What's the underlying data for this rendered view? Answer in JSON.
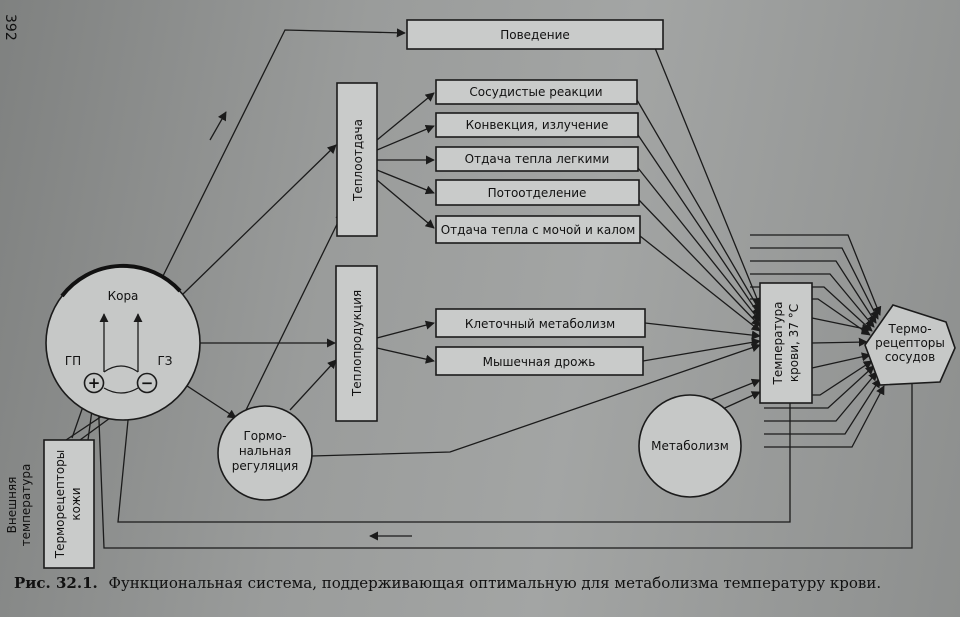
{
  "page_number": "392",
  "nodes": {
    "behavior": "Поведение",
    "vascular": "Сосудистые реакции",
    "convection": "Конвекция, излучение",
    "lungs": "Отдача тепла легкими",
    "sweating": "Потоотделение",
    "excretion": "Отдача тепла с мочой и калом",
    "cell_metabolism": "Клеточный метаболизм",
    "shivering": "Мышечная дрожь",
    "heat_loss": "Теплоотдача",
    "heat_production": "Теплопродукция",
    "cortex": "Кора",
    "gp": "ГП",
    "gz": "ГЗ",
    "plus": "+",
    "minus": "−",
    "hormonal_1": "Гормо-",
    "hormonal_2": "нальная",
    "hormonal_3": "регуляция",
    "metabolism": "Метаболизм",
    "blood_temp_1": "Температура",
    "blood_temp_2": "крови, 37 °С",
    "vessel_receptors_1": "Термо-",
    "vessel_receptors_2": "рецепторы",
    "vessel_receptors_3": "сосудов",
    "external_temp_1": "Внешняя",
    "external_temp_2": "температура",
    "skin_receptors_1": "Терморецепторы",
    "skin_receptors_2": "кожи"
  },
  "caption": {
    "label": "Рис. 32.1.",
    "text": "Функциональная система, поддерживающая оптимальную для метаболизма температуру крови."
  }
}
